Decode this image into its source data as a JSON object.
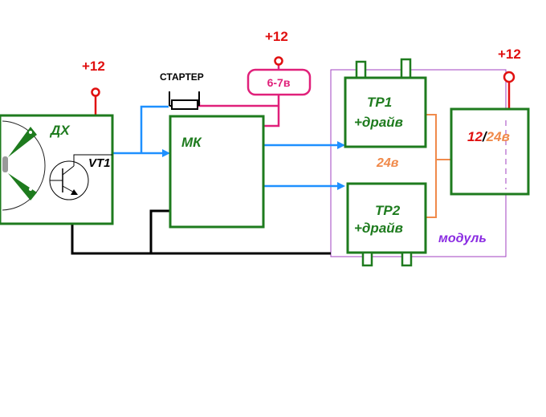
{
  "supply": {
    "left": "+12",
    "top": "+12",
    "right": "+12"
  },
  "starter_label": "СТАРТЕР",
  "regulator_label": "6-7в",
  "sensor": {
    "label": "ДХ",
    "transistor": "VT1"
  },
  "mk_label": "МК",
  "tr1": {
    "line1": "ТР1",
    "line2": "+драйв"
  },
  "tr2": {
    "line1": "ТР2",
    "line2": "+драйв"
  },
  "bus_voltage": "24в",
  "module_label": "модуль",
  "output": {
    "v12": "12",
    "slash": "/",
    "v24": "24в"
  },
  "colors": {
    "block": "#1e7b1e",
    "wire_signal": "#1e90ff",
    "wire_power": "#e0207a",
    "wire_ground": "#000000",
    "wire_out": "#f08a4b",
    "supply": "#e01010",
    "module_border": "#a040c0",
    "module_text": "#8a2be2"
  }
}
